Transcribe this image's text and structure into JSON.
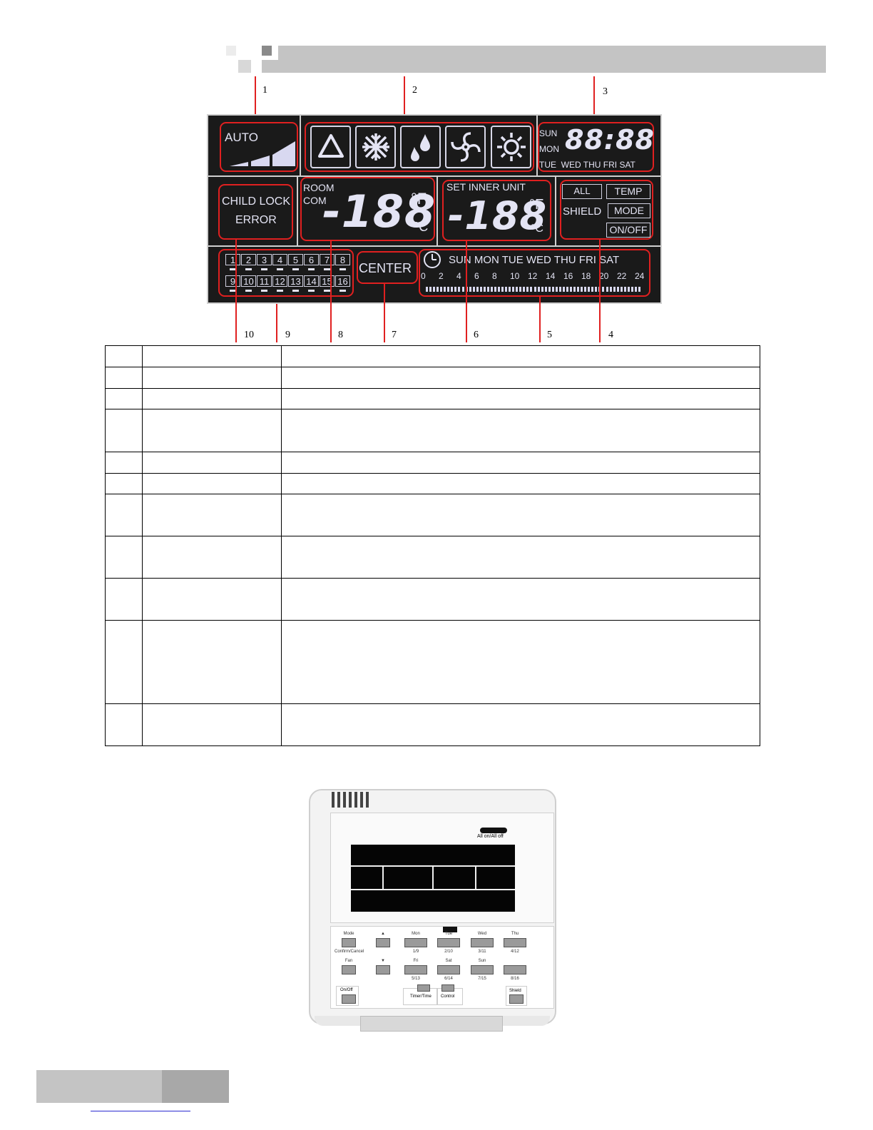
{
  "figure": {
    "callouts": [
      "1",
      "2",
      "3",
      "4",
      "5",
      "6",
      "7",
      "8",
      "9",
      "10"
    ],
    "mode_zone": {
      "label": "AUTO"
    },
    "mode_icons": [
      "auto-cycle-icon",
      "cool-snowflake-icon",
      "dry-drops-icon",
      "fan-icon",
      "heat-sun-icon"
    ],
    "clock": {
      "day_top": "SUN",
      "day_mid": "MON",
      "digits": "88:88",
      "day_row": "TUE  WED THU FRI SAT"
    },
    "lock_error": {
      "line1": "CHILD LOCK",
      "line2": "ERROR"
    },
    "room_temp": {
      "label1": "ROOM",
      "label2": "COM",
      "digits": "-188",
      "unit_f": "°F",
      "unit_c": "°C"
    },
    "set_temp": {
      "label": "SET INNER UNIT",
      "digits": "-188",
      "unit_f": "°F",
      "unit_c": "°C"
    },
    "shield": {
      "label": "SHIELD",
      "all": "ALL",
      "temp": "TEMP",
      "mode": "MODE",
      "onoff": "ON/OFF"
    },
    "unit_numbers": [
      "1",
      "2",
      "3",
      "4",
      "5",
      "6",
      "7",
      "8",
      "9",
      "10",
      "11",
      "12",
      "13",
      "14",
      "15",
      "16"
    ],
    "center": "CENTER",
    "timer": {
      "days": "SUN MON TUE WED THU FRI SAT",
      "hours": [
        "0",
        "2",
        "4",
        "6",
        "8",
        "10",
        "12",
        "14",
        "16",
        "18",
        "20",
        "22",
        "24"
      ]
    }
  },
  "controller": {
    "indicator_label": "All on/All off",
    "buttons": [
      {
        "top": "Mode",
        "bottom": "Confirm/Cancel"
      },
      {
        "top": "▲",
        "bottom": ""
      },
      {
        "top": "Mon",
        "bottom": "1/9"
      },
      {
        "top": "Tue",
        "bottom": "2/10"
      },
      {
        "top": "Wed",
        "bottom": "3/11"
      },
      {
        "top": "Thu",
        "bottom": "4/12"
      },
      {
        "top": "Fan",
        "bottom": ""
      },
      {
        "top": "▼",
        "bottom": ""
      },
      {
        "top": "Fri",
        "bottom": "5/13"
      },
      {
        "top": "Sat",
        "bottom": "6/14"
      },
      {
        "top": "Sun",
        "bottom": "7/15"
      },
      {
        "top": "",
        "bottom": "8/16"
      }
    ],
    "bottom_buttons": {
      "onoff": "On/Off",
      "timer": "Timer/Time",
      "control": "Control",
      "shield": "Shield"
    }
  }
}
